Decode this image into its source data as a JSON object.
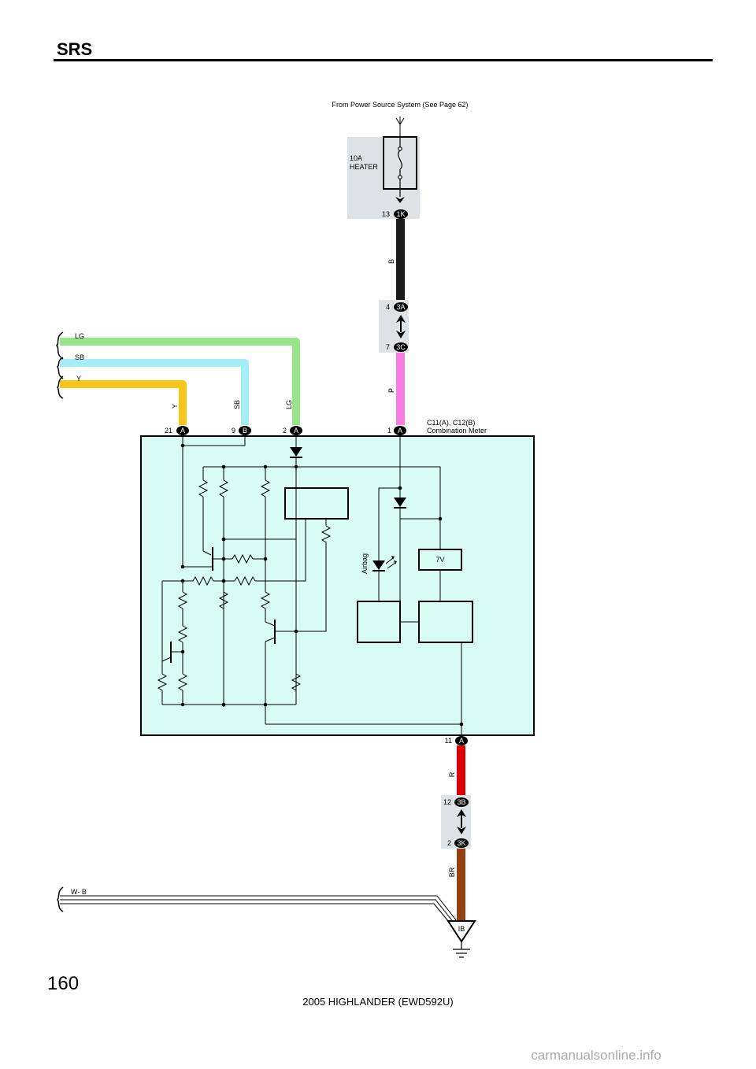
{
  "header": {
    "section": "SRS"
  },
  "source": {
    "text": "From Power Source System (See Page 62)"
  },
  "fuse": {
    "rating": "10A",
    "name": "HEATER"
  },
  "connectors": {
    "c1k": {
      "pin": "13",
      "code": "1K"
    },
    "c3a": {
      "pin": "4",
      "code": "3A"
    },
    "c3c": {
      "pin": "7",
      "code": "3C"
    },
    "c3b": {
      "pin": "12",
      "code": "3B"
    },
    "c3k": {
      "pin": "2",
      "code": "3K"
    },
    "cA21": {
      "pin": "21",
      "code": "A"
    },
    "cB9": {
      "pin": "9",
      "code": "B"
    },
    "cA2": {
      "pin": "2",
      "code": "A"
    },
    "cA1": {
      "pin": "1",
      "code": "A"
    },
    "cA11": {
      "pin": "11",
      "code": "A"
    }
  },
  "wires": {
    "b": "B",
    "p": "P",
    "r": "R",
    "br": "BR",
    "lg": "LG",
    "sb": "SB",
    "y": "Y",
    "wb": "W- B"
  },
  "meter": {
    "connector_ref": "C11(A), C12(B)",
    "name": "Combination Meter",
    "airbag": "Airbag",
    "reg": "7V"
  },
  "ground": {
    "code": "IB"
  },
  "colors": {
    "B": "#1a1a1a",
    "P": "#f77ee0",
    "R": "#dd0000",
    "BR": "#93400f",
    "LG": "#97e589",
    "SB": "#a5eef8",
    "Y": "#f8c61a",
    "meter_fill": "#d8fbf4",
    "connector_bg": "#dfe2e4"
  },
  "footer": {
    "page": "160",
    "model": "2005 HIGHLANDER (EWD592U)",
    "watermark": "carmanualsonline.info"
  }
}
